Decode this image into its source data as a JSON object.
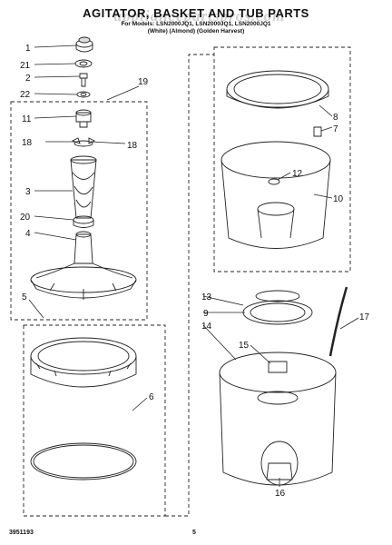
{
  "header": {
    "title": "AGITATOR, BASKET AND TUB PARTS",
    "subtitle_models": "For Models: LSN2000JQ1, LSN2000JQ1, LSN2000JQ1",
    "subtitle_colors": "(White)          (Almond) (Golden Harvest)",
    "watermark": "appliancepartspros.com"
  },
  "footer": {
    "part_code": "3951193",
    "page_number": "5"
  },
  "callouts": {
    "c1": "1",
    "c21": "21",
    "c2": "2",
    "c22": "22",
    "c19": "19",
    "c11": "11",
    "c18a": "18",
    "c18b": "18",
    "c3": "3",
    "c20": "20",
    "c4": "4",
    "c5": "5",
    "c6": "6",
    "c8": "8",
    "c7": "7",
    "c12": "12",
    "c10": "10",
    "c13": "13",
    "c9": "9",
    "c14": "14",
    "c17": "17",
    "c15": "15",
    "c16": "16"
  }
}
